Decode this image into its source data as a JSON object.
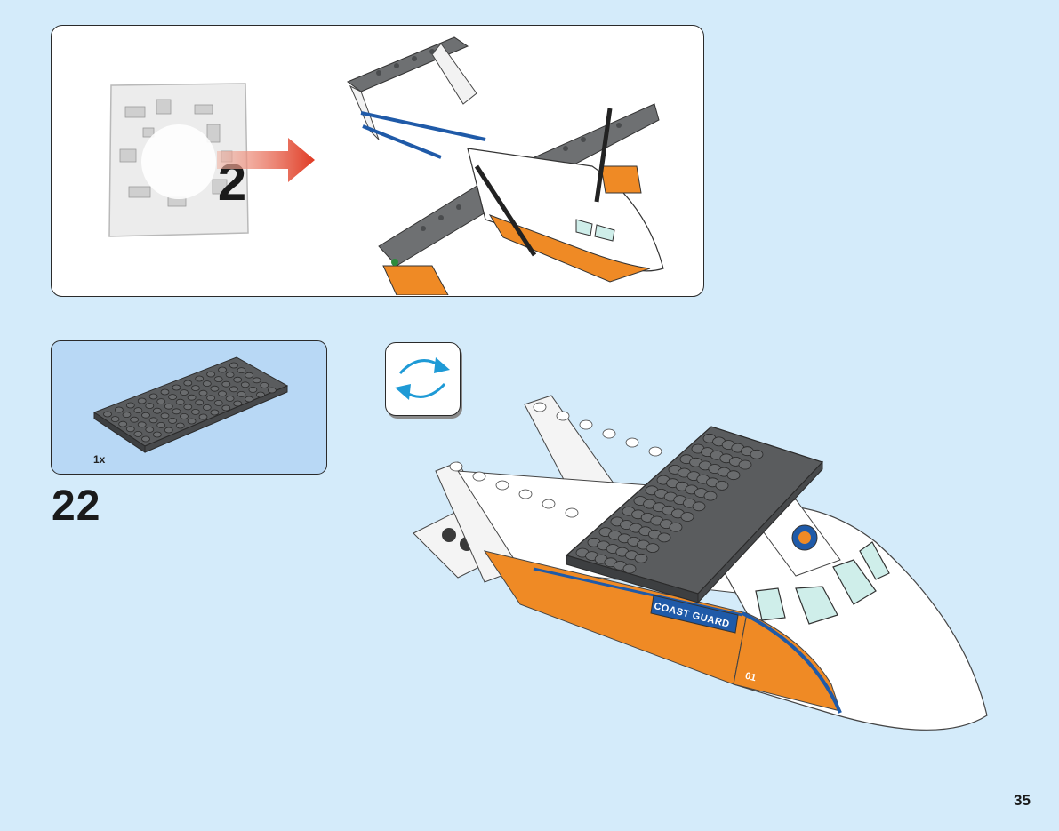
{
  "previous_step_panel": {
    "bag_number": "2",
    "arrow_color": "#e03a23"
  },
  "parts_panel": {
    "parts": [
      {
        "part": "dark-grey-plate-6x12",
        "quantity": "1x",
        "color": "#5a5c5e"
      }
    ]
  },
  "rotate_icon": {
    "icon": "rotate-model-icon",
    "color": "#1e9ad6"
  },
  "step": {
    "number": "22"
  },
  "model": {
    "side_label": "COAST GUARD",
    "tail_number": "01",
    "colors": {
      "orange": "#ef8a25",
      "white": "#ffffff",
      "blue": "#1f5aa8",
      "dark_grey": "#5a5c5e"
    }
  },
  "page": {
    "number": "35"
  },
  "colors": {
    "background": "#d4ebfa",
    "parts_panel": "#b8d8f5"
  }
}
